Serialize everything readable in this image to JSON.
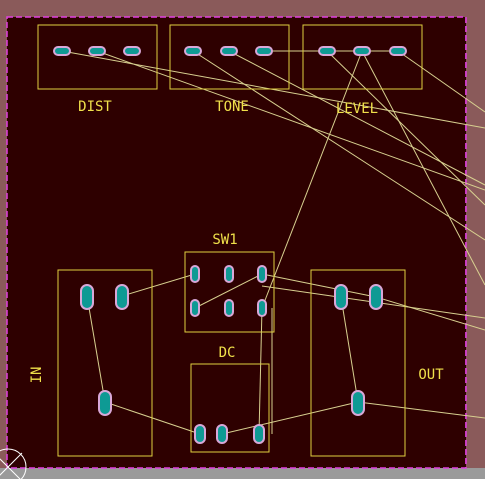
{
  "board": {
    "background": "#8a5a5a",
    "board_fill": "#2e0000",
    "edge_color": "#e040e0",
    "silk_color": "#f0e04a",
    "pad_color": "#0e9a94",
    "ratsnest_color": "#d8d090"
  },
  "components": {
    "dist": {
      "label": "DIST"
    },
    "tone": {
      "label": "TONE"
    },
    "level": {
      "label": "LEVEL"
    },
    "sw1": {
      "label": "SW1"
    },
    "dc": {
      "label": "DC"
    },
    "in": {
      "label": "IN"
    },
    "out": {
      "label": "OUT"
    }
  }
}
